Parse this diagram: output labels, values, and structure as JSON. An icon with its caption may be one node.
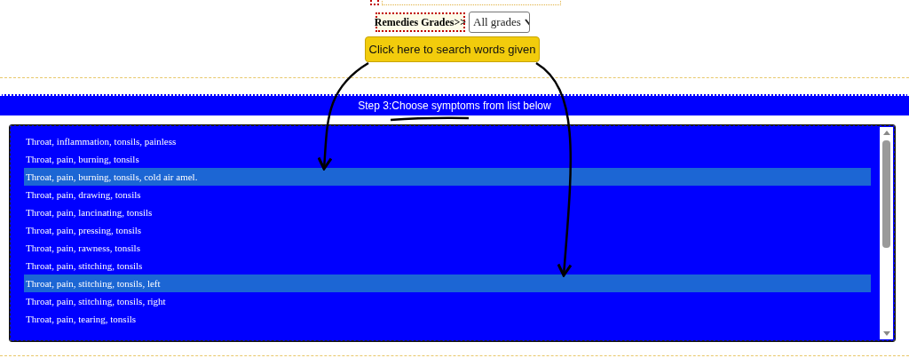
{
  "diagram": {
    "nodes": [
      {
        "text": [
          "Remedies Grades>>"
        ]
      },
      {
        "text": [
          "All grades"
        ]
      },
      {
        "text": [
          "Click here to search words given"
        ]
      },
      {
        "text": [
          "Step 3:Choose symptoms from list below"
        ]
      },
      {
        "text": [],
        "shape": "box"
      },
      {
        "text": [
          "Throat, inflammation, tonsils, painless"
        ],
        "in": 4
      },
      {
        "text": [
          "Throat, pain, burning, tonsils"
        ],
        "in": 4
      },
      {
        "text": [
          "Throat, pain, burning, tonsils, cold air amel."
        ],
        "in": 4
      },
      {
        "text": [
          "Throat, pain, drawing, tonsils"
        ],
        "in": 4
      },
      {
        "text": [
          "Throat, pain, lancinating, tonsils"
        ],
        "in": 4
      },
      {
        "text": [
          "Throat, pain, pressing, tonsils"
        ],
        "in": 4
      },
      {
        "text": [
          "Throat, pain, rawness, tonsils"
        ],
        "in": 4
      },
      {
        "text": [
          "Throat, pain, stitching, tonsils"
        ],
        "in": 4
      },
      {
        "text": [
          "Throat, pain, stitching, tonsils, left"
        ],
        "in": 4
      },
      {
        "text": [
          "Throat, pain, stitching, tonsils, right"
        ],
        "in": 4
      },
      {
        "text": [
          "Throat, pain, tearing, tonsils"
        ],
        "in": 4
      }
    ],
    "edges": [
      {
        "from": 2,
        "to": 7,
        "arrow": "to"
      },
      {
        "from": 2,
        "to": 13,
        "arrow": "to"
      }
    ]
  }
}
